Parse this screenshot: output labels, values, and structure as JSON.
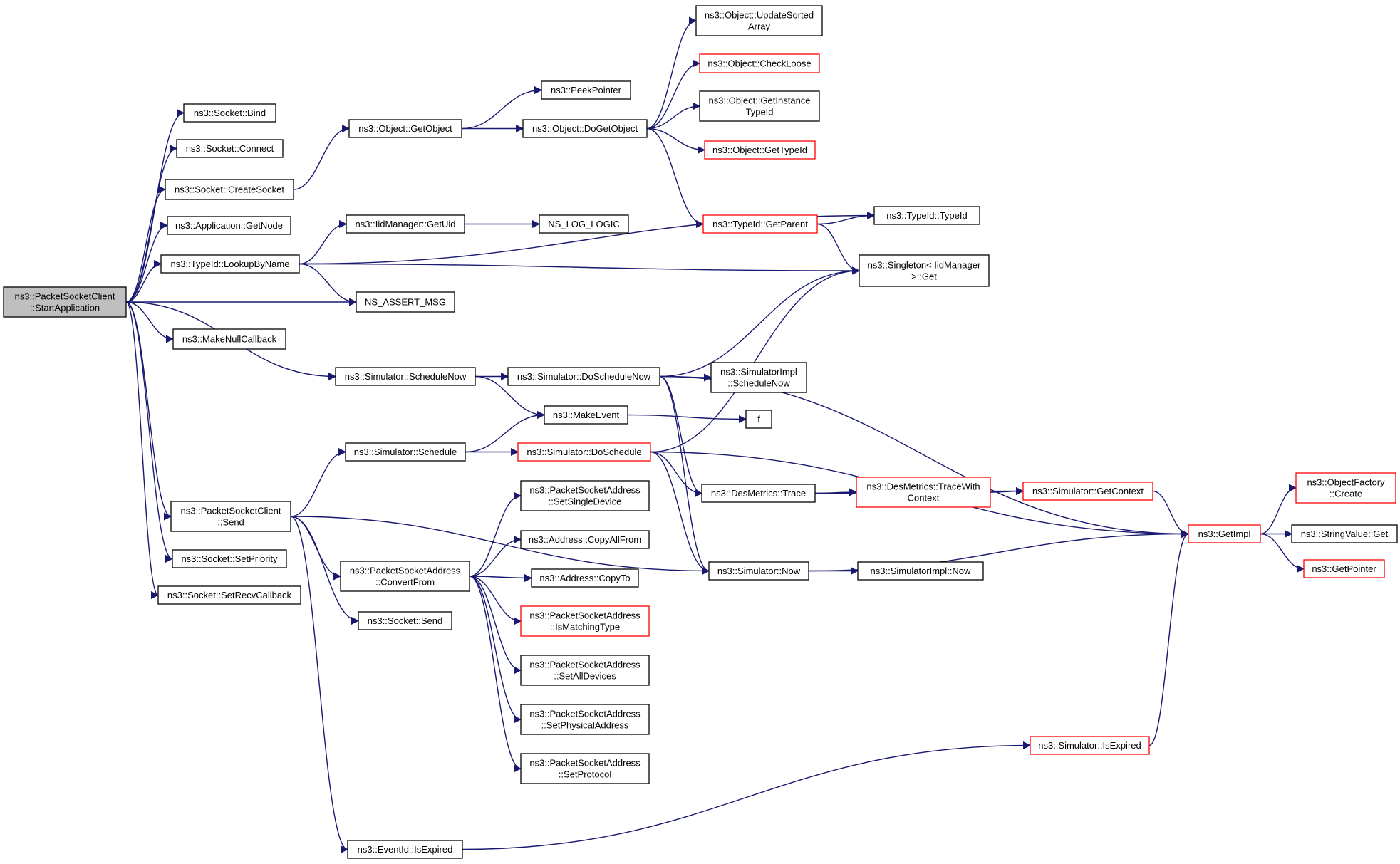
{
  "graph": {
    "nodes": [
      {
        "id": "root",
        "lines": [
          "ns3::PacketSocketClient",
          "::StartApplication"
        ],
        "style": "root"
      },
      {
        "id": "bind",
        "lines": [
          "ns3::Socket::Bind"
        ],
        "style": "normal"
      },
      {
        "id": "connect",
        "lines": [
          "ns3::Socket::Connect"
        ],
        "style": "normal"
      },
      {
        "id": "createsocket",
        "lines": [
          "ns3::Socket::CreateSocket"
        ],
        "style": "normal"
      },
      {
        "id": "getnode",
        "lines": [
          "ns3::Application::GetNode"
        ],
        "style": "normal"
      },
      {
        "id": "lookupbyname",
        "lines": [
          "ns3::TypeId::LookupByName"
        ],
        "style": "normal"
      },
      {
        "id": "makenullcallback",
        "lines": [
          "ns3::MakeNullCallback"
        ],
        "style": "normal"
      },
      {
        "id": "send",
        "lines": [
          "ns3::PacketSocketClient",
          "::Send"
        ],
        "style": "normal"
      },
      {
        "id": "setpriority",
        "lines": [
          "ns3::Socket::SetPriority"
        ],
        "style": "normal"
      },
      {
        "id": "setrecvcallback",
        "lines": [
          "ns3::Socket::SetRecvCallback"
        ],
        "style": "normal"
      },
      {
        "id": "getobject",
        "lines": [
          "ns3::Object::GetObject"
        ],
        "style": "normal"
      },
      {
        "id": "getuid",
        "lines": [
          "ns3::IidManager::GetUid"
        ],
        "style": "normal"
      },
      {
        "id": "nsassert",
        "lines": [
          "NS_ASSERT_MSG"
        ],
        "style": "normal"
      },
      {
        "id": "schedulenow",
        "lines": [
          "ns3::Simulator::ScheduleNow"
        ],
        "style": "normal"
      },
      {
        "id": "schedule",
        "lines": [
          "ns3::Simulator::Schedule"
        ],
        "style": "normal"
      },
      {
        "id": "convertfrom",
        "lines": [
          "ns3::PacketSocketAddress",
          "::ConvertFrom"
        ],
        "style": "normal"
      },
      {
        "id": "socksend",
        "lines": [
          "ns3::Socket::Send"
        ],
        "style": "normal"
      },
      {
        "id": "eventidisexpired",
        "lines": [
          "ns3::EventId::IsExpired"
        ],
        "style": "normal"
      },
      {
        "id": "peekpointer",
        "lines": [
          "ns3::PeekPointer"
        ],
        "style": "normal"
      },
      {
        "id": "dogetobject",
        "lines": [
          "ns3::Object::DoGetObject"
        ],
        "style": "normal"
      },
      {
        "id": "nslogic",
        "lines": [
          "NS_LOG_LOGIC"
        ],
        "style": "normal"
      },
      {
        "id": "doschedulenow",
        "lines": [
          "ns3::Simulator::DoScheduleNow"
        ],
        "style": "normal"
      },
      {
        "id": "makeevent",
        "lines": [
          "ns3::MakeEvent"
        ],
        "style": "normal"
      },
      {
        "id": "doschedule",
        "lines": [
          "ns3::Simulator::DoSchedule"
        ],
        "style": "red"
      },
      {
        "id": "setsingledevice",
        "lines": [
          "ns3::PacketSocketAddress",
          "::SetSingleDevice"
        ],
        "style": "normal"
      },
      {
        "id": "copyallfrom",
        "lines": [
          "ns3::Address::CopyAllFrom"
        ],
        "style": "normal"
      },
      {
        "id": "copyto",
        "lines": [
          "ns3::Address::CopyTo"
        ],
        "style": "normal"
      },
      {
        "id": "ismatchingtype",
        "lines": [
          "ns3::PacketSocketAddress",
          "::IsMatchingType"
        ],
        "style": "red"
      },
      {
        "id": "setalldevices",
        "lines": [
          "ns3::PacketSocketAddress",
          "::SetAllDevices"
        ],
        "style": "normal"
      },
      {
        "id": "setphysicaladdress",
        "lines": [
          "ns3::PacketSocketAddress",
          "::SetPhysicalAddress"
        ],
        "style": "normal"
      },
      {
        "id": "setprotocol",
        "lines": [
          "ns3::PacketSocketAddress",
          "::SetProtocol"
        ],
        "style": "normal"
      },
      {
        "id": "updatesorted",
        "lines": [
          "ns3::Object::UpdateSorted",
          "Array"
        ],
        "style": "normal"
      },
      {
        "id": "checkloose",
        "lines": [
          "ns3::Object::CheckLoose"
        ],
        "style": "red"
      },
      {
        "id": "getinstancetypeid",
        "lines": [
          "ns3::Object::GetInstance",
          "TypeId"
        ],
        "style": "normal"
      },
      {
        "id": "objgettypeid",
        "lines": [
          "ns3::Object::GetTypeId"
        ],
        "style": "red"
      },
      {
        "id": "getparent",
        "lines": [
          "ns3::TypeId::GetParent"
        ],
        "style": "red"
      },
      {
        "id": "simimplschedulenow",
        "lines": [
          "ns3::SimulatorImpl",
          "::ScheduleNow"
        ],
        "style": "normal"
      },
      {
        "id": "f",
        "lines": [
          "f"
        ],
        "style": "normal"
      },
      {
        "id": "desmetricstrace",
        "lines": [
          "ns3::DesMetrics::Trace"
        ],
        "style": "normal"
      },
      {
        "id": "simnow",
        "lines": [
          "ns3::Simulator::Now"
        ],
        "style": "normal"
      },
      {
        "id": "typeidtypeid",
        "lines": [
          "ns3::TypeId::TypeId"
        ],
        "style": "normal"
      },
      {
        "id": "singletonget",
        "lines": [
          "ns3::Singleton< IidManager",
          " >::Get"
        ],
        "style": "normal"
      },
      {
        "id": "tracewithcontext",
        "lines": [
          "ns3::DesMetrics::TraceWith",
          "Context"
        ],
        "style": "red"
      },
      {
        "id": "simimplnow",
        "lines": [
          "ns3::SimulatorImpl::Now"
        ],
        "style": "normal"
      },
      {
        "id": "getcontext",
        "lines": [
          "ns3::Simulator::GetContext"
        ],
        "style": "red"
      },
      {
        "id": "simisexpired",
        "lines": [
          "ns3::Simulator::IsExpired"
        ],
        "style": "red"
      },
      {
        "id": "getimpl",
        "lines": [
          "ns3::GetImpl"
        ],
        "style": "red"
      },
      {
        "id": "objectfactorycreate",
        "lines": [
          "ns3::ObjectFactory",
          "::Create"
        ],
        "style": "red"
      },
      {
        "id": "stringvalueget",
        "lines": [
          "ns3::StringValue::Get"
        ],
        "style": "normal"
      },
      {
        "id": "getpointer",
        "lines": [
          "ns3::GetPointer"
        ],
        "style": "red"
      }
    ],
    "edges": [
      [
        "root",
        "bind"
      ],
      [
        "root",
        "connect"
      ],
      [
        "root",
        "createsocket"
      ],
      [
        "root",
        "getnode"
      ],
      [
        "root",
        "lookupbyname"
      ],
      [
        "root",
        "nsassert"
      ],
      [
        "root",
        "makenullcallback"
      ],
      [
        "root",
        "schedulenow"
      ],
      [
        "root",
        "send"
      ],
      [
        "root",
        "setpriority"
      ],
      [
        "root",
        "setrecvcallback"
      ],
      [
        "createsocket",
        "getobject"
      ],
      [
        "getobject",
        "peekpointer"
      ],
      [
        "getobject",
        "dogetobject"
      ],
      [
        "lookupbyname",
        "getuid"
      ],
      [
        "lookupbyname",
        "nsassert"
      ],
      [
        "lookupbyname",
        "singletonget"
      ],
      [
        "lookupbyname",
        "typeidtypeid"
      ],
      [
        "getuid",
        "nslogic"
      ],
      [
        "dogetobject",
        "updatesorted"
      ],
      [
        "dogetobject",
        "checkloose"
      ],
      [
        "dogetobject",
        "getinstancetypeid"
      ],
      [
        "dogetobject",
        "objgettypeid"
      ],
      [
        "dogetobject",
        "getparent"
      ],
      [
        "getparent",
        "typeidtypeid"
      ],
      [
        "getparent",
        "singletonget"
      ],
      [
        "schedulenow",
        "doschedulenow"
      ],
      [
        "schedulenow",
        "makeevent"
      ],
      [
        "doschedulenow",
        "simimplschedulenow"
      ],
      [
        "doschedulenow",
        "desmetricstrace"
      ],
      [
        "doschedulenow",
        "simnow"
      ],
      [
        "doschedulenow",
        "getimpl"
      ],
      [
        "doschedulenow",
        "singletonget"
      ],
      [
        "makeevent",
        "f"
      ],
      [
        "send",
        "schedule"
      ],
      [
        "send",
        "convertfrom"
      ],
      [
        "send",
        "socksend"
      ],
      [
        "send",
        "eventidisexpired"
      ],
      [
        "send",
        "simnow"
      ],
      [
        "schedule",
        "makeevent"
      ],
      [
        "schedule",
        "doschedule"
      ],
      [
        "doschedule",
        "desmetricstrace"
      ],
      [
        "doschedule",
        "simnow"
      ],
      [
        "doschedule",
        "getimpl"
      ],
      [
        "doschedule",
        "singletonget"
      ],
      [
        "convertfrom",
        "setsingledevice"
      ],
      [
        "convertfrom",
        "copyallfrom"
      ],
      [
        "convertfrom",
        "copyto"
      ],
      [
        "convertfrom",
        "ismatchingtype"
      ],
      [
        "convertfrom",
        "setalldevices"
      ],
      [
        "convertfrom",
        "setphysicaladdress"
      ],
      [
        "convertfrom",
        "setprotocol"
      ],
      [
        "desmetricstrace",
        "tracewithcontext"
      ],
      [
        "desmetricstrace",
        "getcontext"
      ],
      [
        "tracewithcontext",
        "getcontext"
      ],
      [
        "getcontext",
        "getimpl"
      ],
      [
        "simnow",
        "simimplnow"
      ],
      [
        "simnow",
        "getimpl"
      ],
      [
        "eventidisexpired",
        "simisexpired"
      ],
      [
        "simisexpired",
        "getimpl"
      ],
      [
        "getimpl",
        "objectfactorycreate"
      ],
      [
        "getimpl",
        "stringvalueget"
      ],
      [
        "getimpl",
        "getpointer"
      ]
    ]
  }
}
